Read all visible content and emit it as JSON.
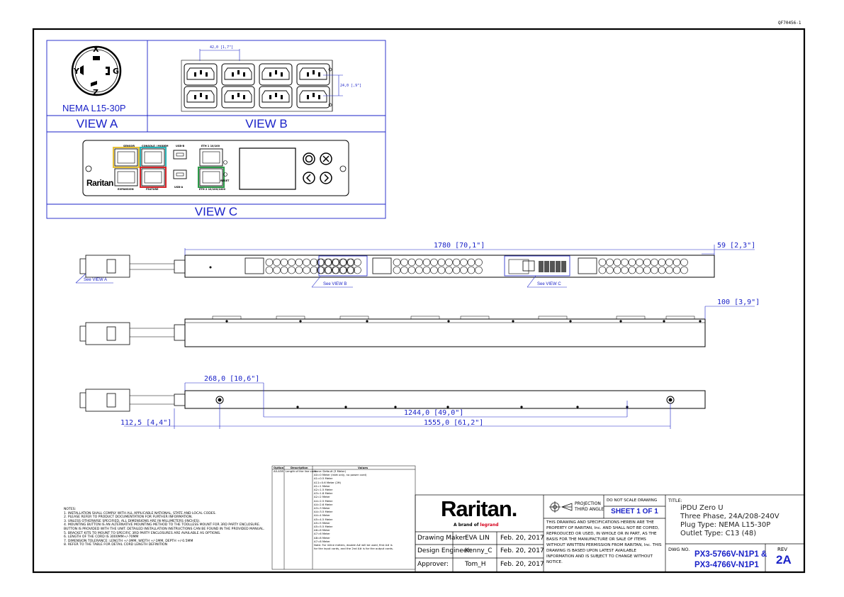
{
  "doc_number": "QF70456-1",
  "view_a": {
    "letters": [
      "X",
      "Y",
      "G",
      "Z"
    ],
    "plug_name": "NEMA L15-30P",
    "label": "VIEW A"
  },
  "view_b": {
    "dim_pitch": "42,0 [1,7\"]",
    "dim_row": "24,0 [,9\"]",
    "label": "VIEW B"
  },
  "view_c": {
    "ports": [
      "SENSOR",
      "CONSOLE / MODEM",
      "USB-B",
      "ETH 1 10/100",
      "EXPANSION",
      "FEATURE",
      "USB-A",
      "RESET",
      "ETH 2 10/100/1000"
    ],
    "brand": "Raritan",
    "label": "VIEW C"
  },
  "side_view": {
    "dim_length": "1780 [70,1\"]",
    "dim_end": "59 [2,3\"]",
    "callout_a": "See VIEW A",
    "callout_b": "See VIEW B",
    "callout_c": "See VIEW C"
  },
  "top_view": {
    "dim_height": "100 [3,9\"]"
  },
  "back_view": {
    "dim_1": "268,0 [10,6\"]",
    "dim_2": "1244,0 [49,0\"]",
    "dim_3": "1555,0 [61,2\"]",
    "dim_4": "112,5 [4,4\"]"
  },
  "option_table": {
    "headers": [
      "Option",
      "Description",
      "Values"
    ],
    "option_code": "A0-A38",
    "description": "Length of the line cord",
    "values": [
      "None: Default (3 Meter)",
      "A0=0 Meter (Inlet only, no power cord)",
      "A1=0.5 Meter",
      "A11=0.6 Meter (2ft)",
      "A1=1 Meter",
      "A2=1.5 Meter",
      "A3=1.8 Meter",
      "A2=2 Meter",
      "A4=2.5 Meter",
      "A4=2.6 Meter",
      "A3=3 Meter",
      "A4=3.5 Meter",
      "A4=4 Meter",
      "A5=4.5 Meter",
      "A5=5 Meter",
      "A5=5.5 Meter",
      "A6=6 Meter",
      "A7=6 Meter",
      "A8=8 Meter",
      "A7=8 Meter",
      "Note: For inline meters, double A# will be used, first A# is",
      "for the input cords, and the 2nd A# is for the output cords."
    ]
  },
  "notes": {
    "heading": "NOTES:",
    "items": [
      "1. INSTALLATION SHALL COMPLY WITH ALL APPLICABLE NATIONAL, STATE AND LOCAL CODES.",
      "2. PLEASE REFER TO PRODUCT DOCUMENTATION FOR FURTHER INFORMATION.",
      "3. UNLESS OTHERWISE SPECIFIED, ALL DIMENSIONS ARE IN MILLIMETERS (INCHES).",
      "4. MOUNTING BUTTON IS AN ALTERNATIVE MOUNTING METHOD TO THE TOOLLESS MOUNT FOR 3RD PARTY ENCLOSURE.",
      "   BUTTON IS PROVIDED WITH THE UNIT. DETAILED INSTALLATION INSTRUCTIONS CAN BE FOUND IN THE PROVIDED MANUAL.",
      "5. BRACKET KITS TO MOUNT TO SPECIFIC 3RD PARTY ENCLOSURES ARE AVAILABLE AS OPTIONS.",
      "6. LENGTH OF THE CORD IS 3000MM+/-70MM",
      "7. DIMENSION TOLERANCE: LENGTH +/-3MM, WIDTH +/-1MM, DEPTH +/-0.5MM",
      "8. REFER TO THE TABLE FOR DETAIL CORD LENGTH DEFINITION"
    ]
  },
  "title_block": {
    "logo": "Raritan.",
    "tagline": "A brand of",
    "tagline_brand": "legrand",
    "rows": [
      {
        "role": "Drawing Maker:",
        "name": "EVA LIN",
        "date": "Feb. 20, 2017"
      },
      {
        "role": "Design Engineer:",
        "name": "Kenny_C",
        "date": "Feb. 20, 2017"
      },
      {
        "role": "Approver:",
        "name": "Tom_H",
        "date": "Feb. 20, 2017"
      }
    ],
    "projection_label": "PROJECTION",
    "projection_type": "THIRD ANGLE",
    "do_not_scale": "DO NOT SCALE DRAWING",
    "sheet": "SHEET 1 OF 1",
    "legal": "THIS DRAWING AND SPECIFICATIONS HEREIN ARE THE PROPERTY OF RARITAN, Inc. AND SHALL NOT BE COPIED, REPRODUCED OR USED, IN WHOLE OR IN PART, AS THE BASIS FOR THE MANUFACTURE OR SALE OF ITEMS WITHOUT WRITTEN PERMISSION FROM RARITAN, Inc. THIS DRAWING IS BASED UPON LATEST AVAILABLE INFORMATION AND IS SUBJECT TO CHANGE WITHOUT NOTICE.",
    "title_label": "TITLE:",
    "title_lines": [
      "iPDU Zero U",
      "Three Phase, 24A/208-240V",
      "Plug Type: NEMA L15-30P",
      "Outlet Type: C13 (48)"
    ],
    "dwg_label": "DWG NO.",
    "dwg_numbers": [
      "PX3-5766V-N1P1 &",
      "PX3-4766V-N1P1"
    ],
    "rev_label": "REV",
    "rev": "2A"
  }
}
